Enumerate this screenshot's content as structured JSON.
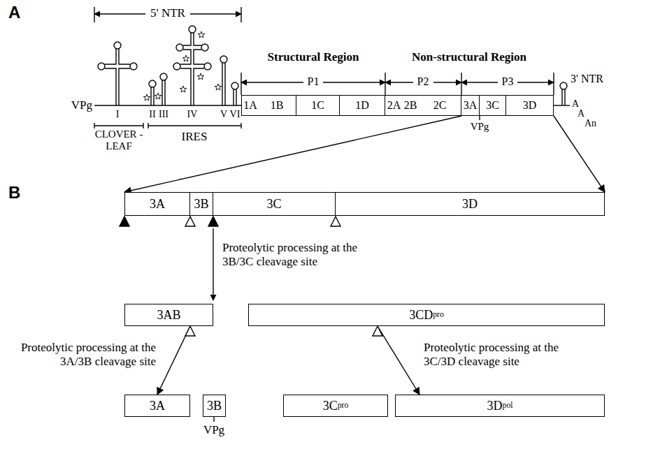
{
  "diagram": {
    "nodes": [
      {
        "text": [
          "1A"
        ]
      },
      {
        "text": [
          "1B"
        ]
      },
      {
        "text": [
          "1C"
        ]
      },
      {
        "text": [
          "1D"
        ]
      },
      {
        "text": [
          "2A"
        ]
      },
      {
        "text": [
          "2B"
        ]
      },
      {
        "text": [
          "2C"
        ]
      },
      {
        "text": [
          "3A"
        ]
      },
      {
        "text": [
          "3C"
        ]
      },
      {
        "text": [
          "3D"
        ]
      },
      {
        "text": [
          "3A"
        ]
      },
      {
        "text": [
          "3B"
        ]
      },
      {
        "text": [
          "3C"
        ]
      },
      {
        "text": [
          "3D"
        ]
      },
      {
        "text": [
          "3AB"
        ]
      },
      {
        "text": [
          "3CD",
          "pro"
        ]
      },
      {
        "text": [
          "3A"
        ]
      },
      {
        "text": [
          "3B"
        ]
      },
      {
        "text": [
          "3C",
          "pro"
        ]
      },
      {
        "text": [
          "3D",
          "pol"
        ]
      }
    ],
    "edges": [
      {
        "from": 7,
        "to": 10,
        "arrow": "to"
      },
      {
        "from": 9,
        "to": 13,
        "arrow": "to"
      },
      {
        "from": 14,
        "to": 16,
        "arrow": "to"
      },
      {
        "from": 15,
        "to": 19,
        "arrow": "to"
      }
    ],
    "labels": [
      "A",
      "5' NTR",
      "VPg",
      "I",
      "II",
      "III",
      "IV",
      "V",
      "VI",
      "CLOVER -LEAF",
      "IRES",
      "Structural Region",
      "Non-structural Region",
      "P1",
      "P2",
      "P3",
      "VPg",
      "3' NTR",
      "A",
      "A",
      "An",
      "B",
      "Proteolytic processing at the 3B/3C cleavage site",
      "Proteolytic processing at the 3A/3B cleavage site",
      "Proteolytic processing at the 3C/3D cleavage site",
      "VPg"
    ]
  }
}
